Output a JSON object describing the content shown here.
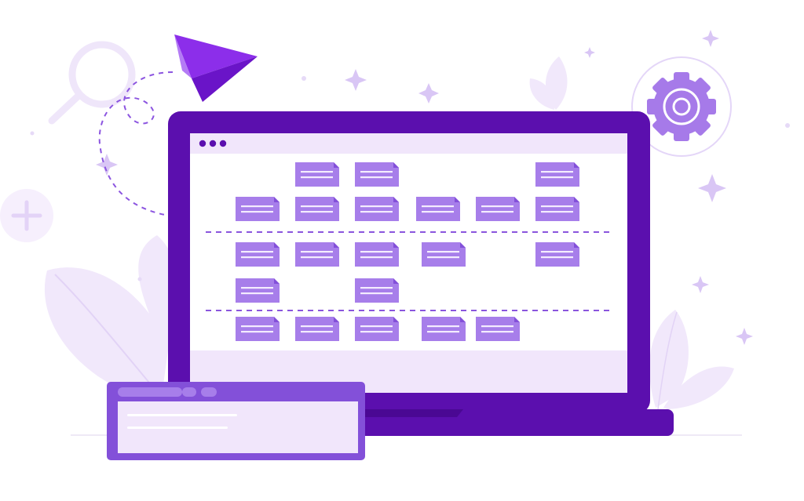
{
  "colors": {
    "laptop_frame": "#5B0FAE",
    "laptop_frame_dark": "#4A0893",
    "screen_bg": "#FFFFFF",
    "title_bar": "#F1E6FB",
    "footer_band": "#F1E6FB",
    "card": "#A77EEA",
    "card_fold": "#8350D9",
    "card_line": "#F4ECFF",
    "divider": "#8A55DD",
    "window_chrome": "#8350D9",
    "window_body": "#F1E6FB",
    "accent_light": "#E9DDF9",
    "accent": "#8C55E0"
  },
  "icons": [
    "paper-plane-icon",
    "magnifier-icon",
    "gear-icon",
    "sparkle-icon",
    "leaf-icon",
    "plus-icon"
  ],
  "board": {
    "window_controls": 3,
    "rows": [
      {
        "columns": [
          2,
          3,
          6
        ]
      },
      {
        "columns": [
          1,
          2,
          3,
          4,
          5,
          6
        ]
      },
      {
        "columns": [
          1,
          2,
          3,
          4,
          6
        ]
      },
      {
        "columns": [
          1,
          3
        ]
      },
      {
        "columns": [
          1,
          2,
          3,
          4,
          5
        ]
      }
    ],
    "dividers_after_rows": [
      2,
      4
    ]
  },
  "popup_window": {
    "tab_shapes": 3,
    "text_lines": 2
  }
}
